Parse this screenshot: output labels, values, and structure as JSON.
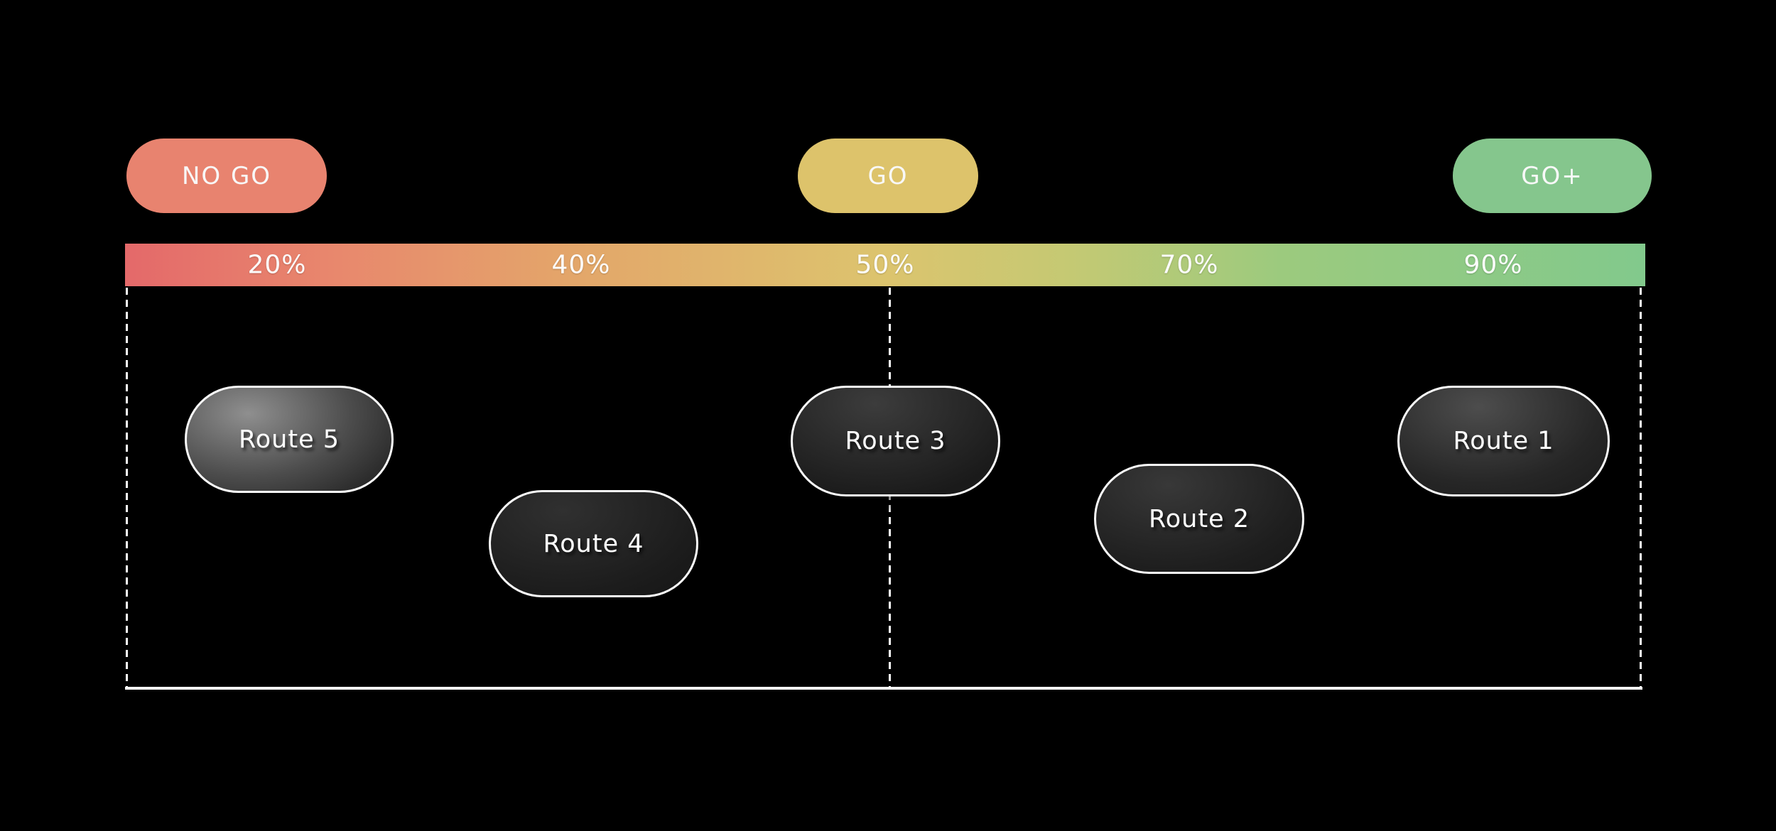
{
  "zones": [
    {
      "label": "NO GO",
      "color": "#e8836f"
    },
    {
      "label": "GO",
      "color": "#ddc36b"
    },
    {
      "label": "GO+",
      "color": "#85c68d"
    }
  ],
  "scale": {
    "tick_labels": [
      "20%",
      "40%",
      "50%",
      "70%",
      "90%"
    ],
    "gradient_colors": [
      "#e4696a",
      "#dcc46e",
      "#82c98c"
    ]
  },
  "routes": [
    {
      "label": "Route 5",
      "at": "20%"
    },
    {
      "label": "Route 4",
      "at": "40%"
    },
    {
      "label": "Route 3",
      "at": "50%"
    },
    {
      "label": "Route 2",
      "at": "70%"
    },
    {
      "label": "Route 1",
      "at": "90%"
    }
  ]
}
